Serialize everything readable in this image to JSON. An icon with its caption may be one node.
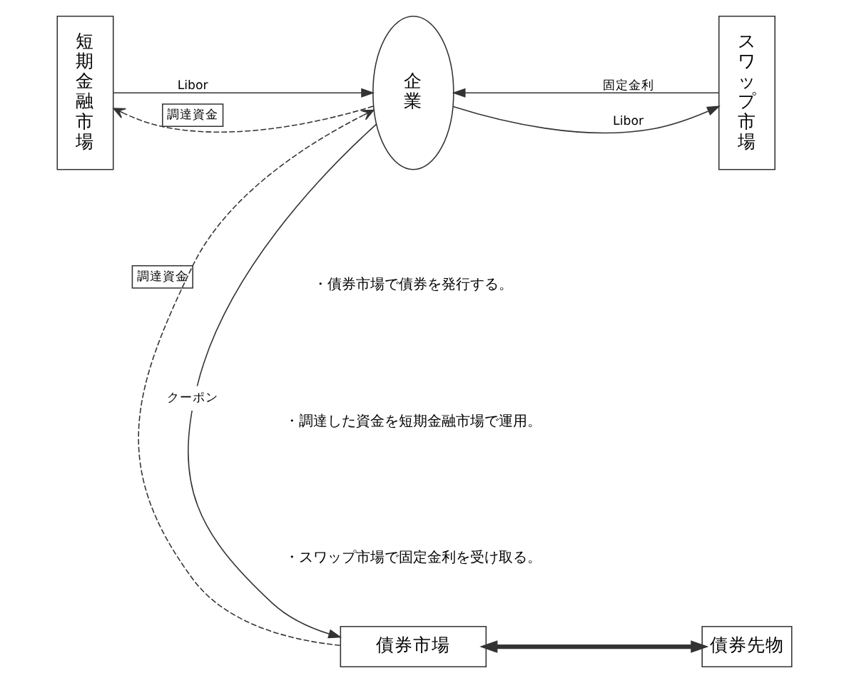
{
  "diagram": {
    "nodes": [
      {
        "text": [
          "債券市場"
        ]
      },
      {
        "text": [
          "債券先物"
        ]
      },
      {
        "text": [
          "短期金融市場"
        ]
      },
      {
        "text": [
          "企業"
        ]
      },
      {
        "text": [
          "スワップ市場"
        ]
      }
    ],
    "edges": [
      {
        "from": 0,
        "to": 1,
        "arrow": "both",
        "style": "thick"
      },
      {
        "from": 0,
        "to": 3,
        "arrow": "to",
        "style": "dashed",
        "label": "調達資金"
      },
      {
        "from": 3,
        "to": 0,
        "arrow": "to",
        "label": "クーポン"
      },
      {
        "from": 2,
        "to": 3,
        "arrow": "to",
        "label": "Libor"
      },
      {
        "from": 3,
        "to": 4,
        "arrow": "to",
        "label": "Libor"
      },
      {
        "from": 3,
        "to": 2,
        "arrow": "to",
        "style": "dashed",
        "label": "調達資金"
      },
      {
        "from": 4,
        "to": 3,
        "arrow": "to",
        "label": "固定金利"
      }
    ],
    "labels": [
      "・債券市場で債券を発行する。",
      "・調達した資金を短期金融市場で運用。",
      "・スワップ市場で固定金利を受け取る。"
    ]
  }
}
